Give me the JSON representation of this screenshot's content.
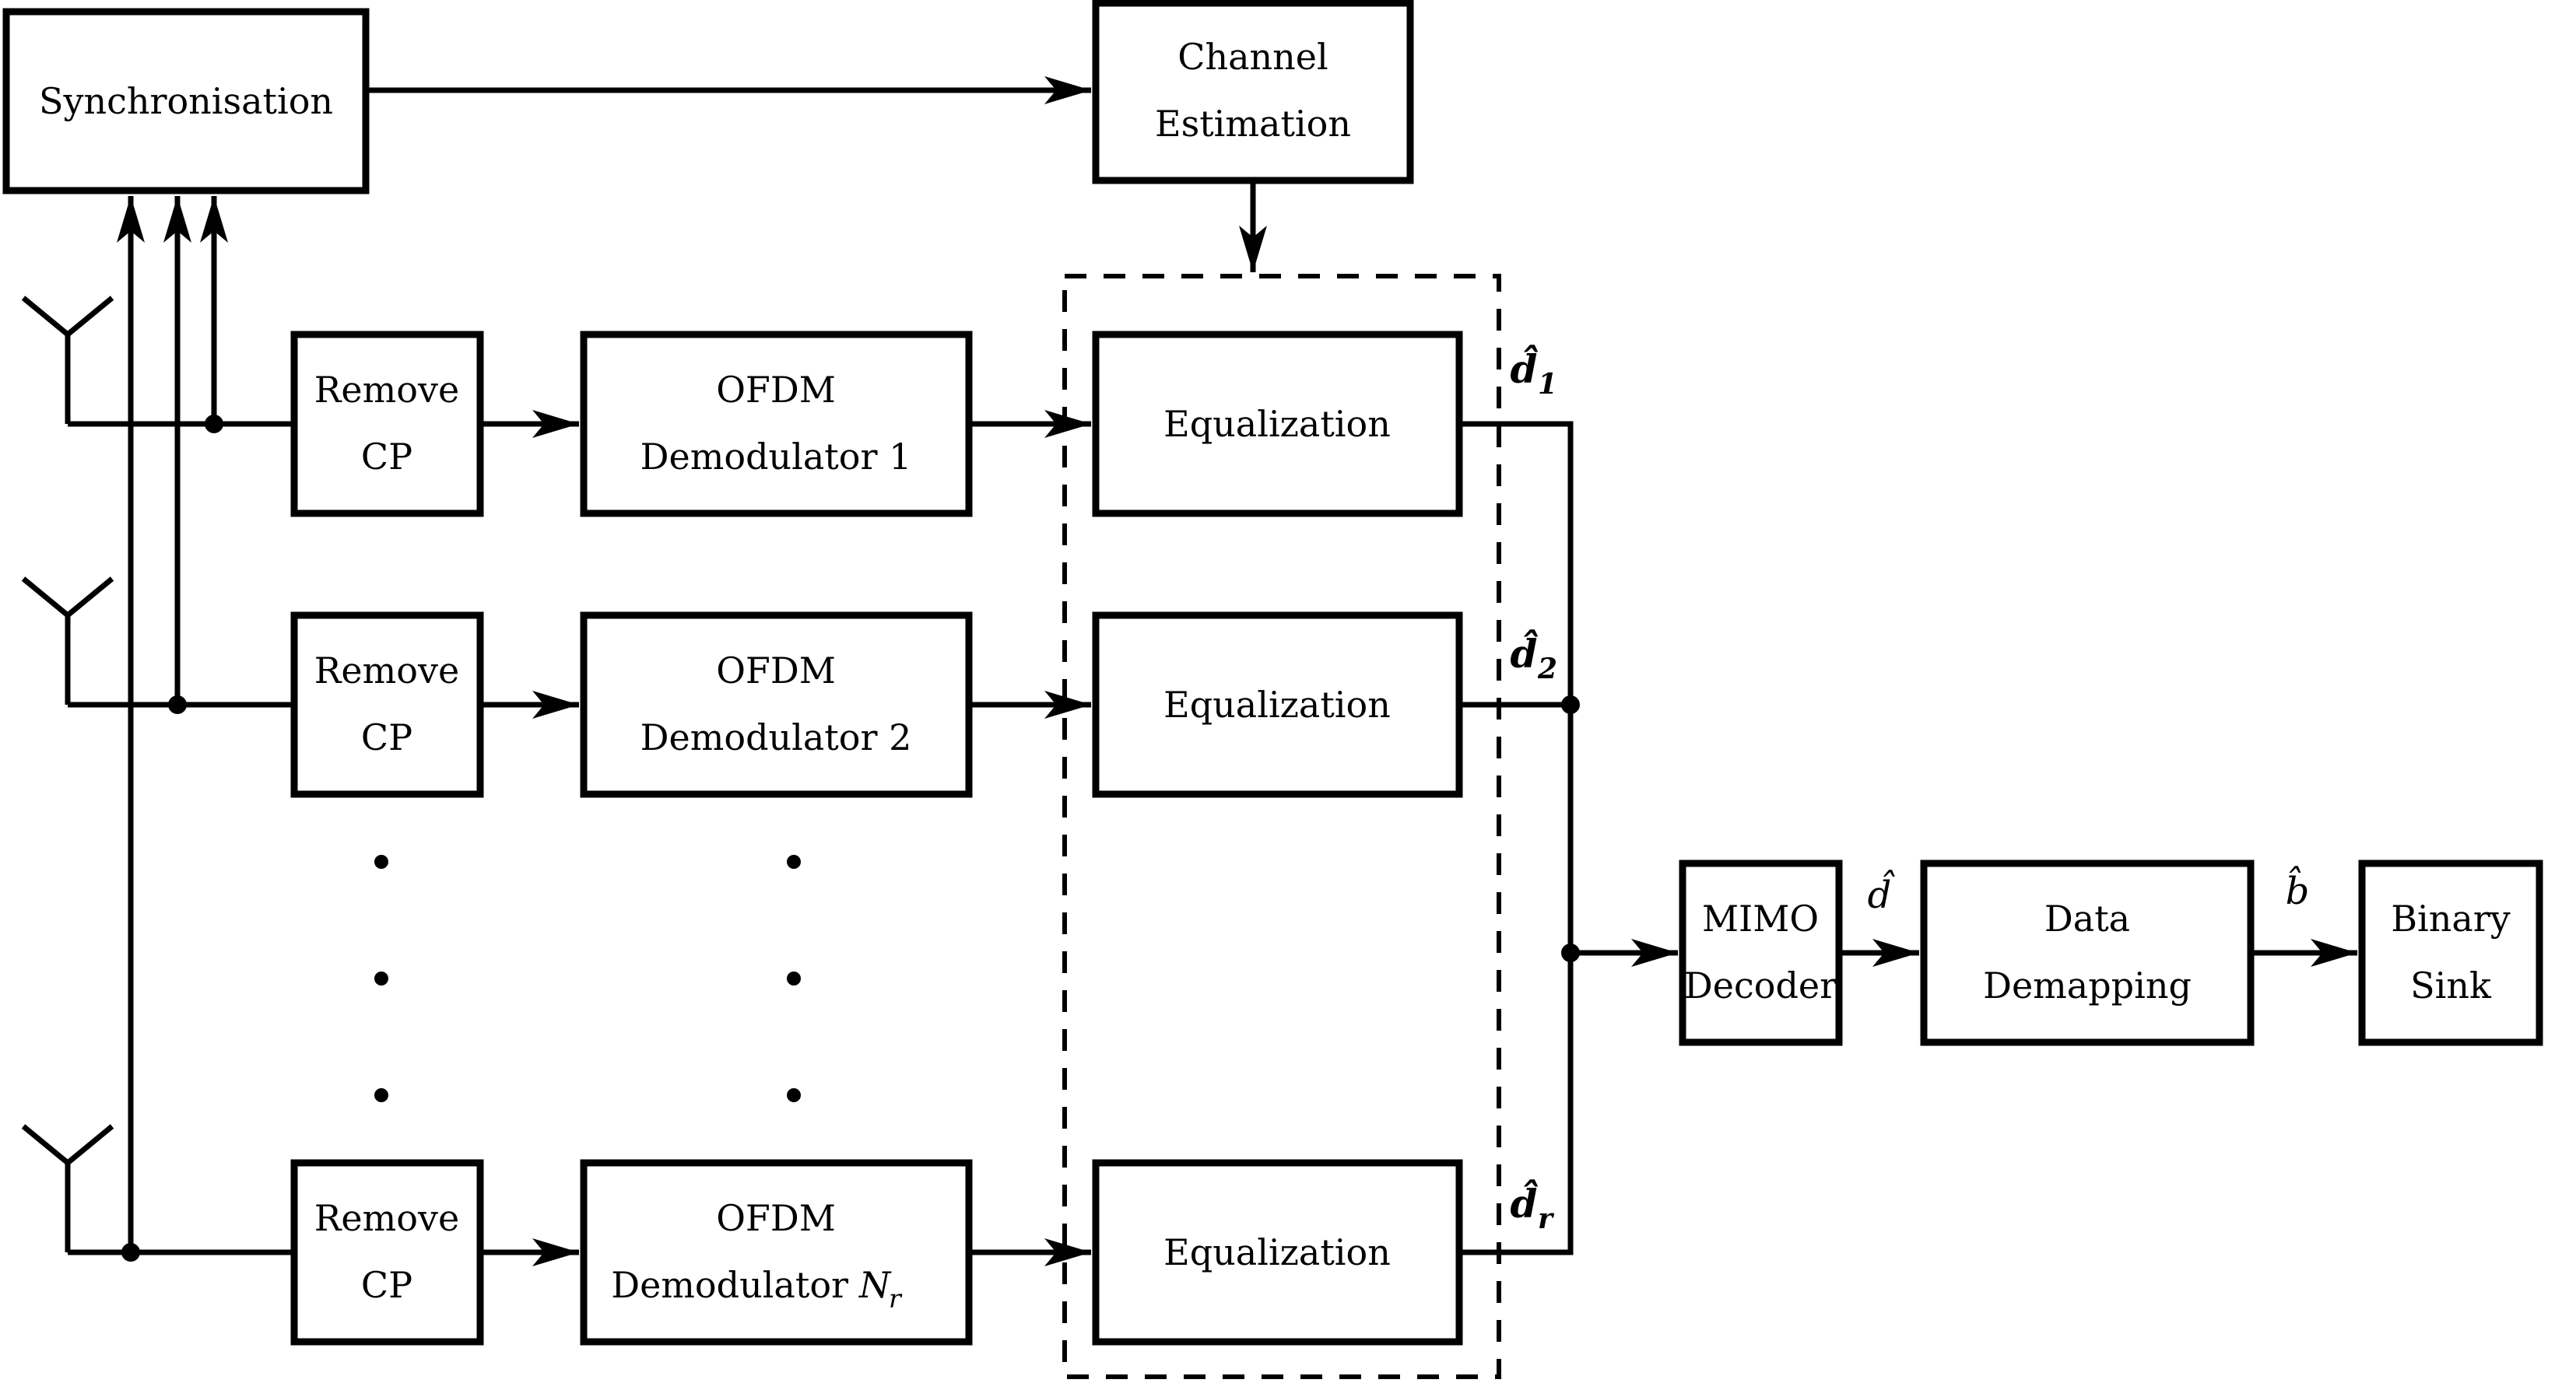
{
  "colors": {
    "ink": "#000000",
    "background": "#ffffff"
  },
  "sync": {
    "label": "Synchronisation"
  },
  "channel_estimation": {
    "line1": "Channel",
    "line2": "Estimation"
  },
  "rows": [
    {
      "remove1": "Remove",
      "remove2": "CP",
      "ofdm1": "OFDM",
      "ofdm2": "Demodulator 1",
      "eq": "Equalization",
      "sig_base": "d̂",
      "sig_sub": "1"
    },
    {
      "remove1": "Remove",
      "remove2": "CP",
      "ofdm1": "OFDM",
      "ofdm2": "Demodulator 2",
      "eq": "Equalization",
      "sig_base": "d̂",
      "sig_sub": "2"
    },
    {
      "remove1": "Remove",
      "remove2": "CP",
      "ofdm1": "OFDM",
      "ofdm2_prefix": "Demodulator",
      "ofdm2_math": "N",
      "ofdm2_sub": "r",
      "eq": "Equalization",
      "sig_base": "d̂",
      "sig_sub": "r"
    }
  ],
  "mimo": {
    "line1": "MIMO",
    "line2": "Decoder"
  },
  "demapping": {
    "line1": "Data",
    "line2": "Demapping"
  },
  "binary_sink": {
    "line1": "Binary",
    "line2": "Sink"
  },
  "signals": {
    "d": {
      "base": "d̂"
    },
    "b": {
      "base": "b̂"
    }
  }
}
